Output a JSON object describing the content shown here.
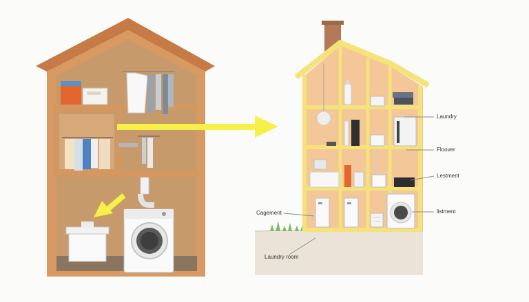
{
  "labels": {
    "laundry": "Laundry",
    "floover": "Floover",
    "lestment": "Lestment",
    "histment": "listment",
    "cagement": "Cagement",
    "laundry_room": "Laundry room"
  },
  "colors": {
    "background": "#fbfbf9",
    "old_house_wood": "#d4955c",
    "old_house_interior": "#c49a6c",
    "new_house_frame": "#f5e27a",
    "new_house_interior": "#f2c898",
    "arrow_yellow": "#f7f048",
    "chimney": "#b27a56",
    "ground": "#e8dfd3"
  },
  "icons": {
    "main_arrow": "arrow-right-icon",
    "down_arrow": "arrow-down-left-icon",
    "washer": "washing-machine-icon",
    "hanging_clothes": "clothes-hanger-icon",
    "storage_boxes": "storage-box-icon",
    "laundry_basket": "laundry-basket-icon"
  }
}
